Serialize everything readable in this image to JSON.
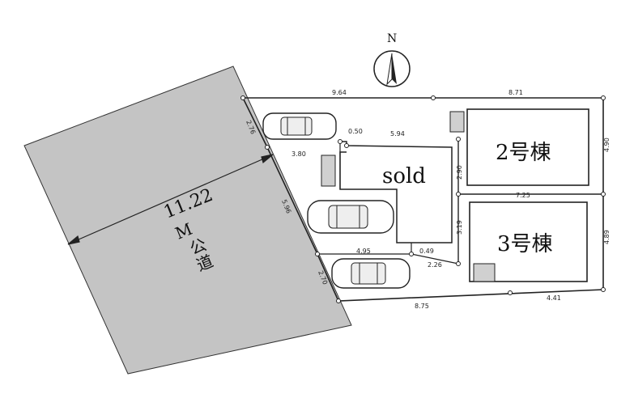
{
  "compass": {
    "label": "N"
  },
  "road": {
    "width": "11.22",
    "unit": "M",
    "name": "公道"
  },
  "lots": {
    "sold": {
      "label": "sold"
    },
    "building2": {
      "label": "2号棟"
    },
    "building3": {
      "label": "3号棟"
    }
  },
  "dimensions": {
    "north_left": "9.64",
    "north_right": "8.71",
    "east_upper": "4.90",
    "east_lower": "4.89",
    "south_right": "4.41",
    "south_left": "8.75",
    "west_top": "2.76",
    "west_mid": "5.96",
    "west_bottom": "2.70",
    "notch_050": "0.50",
    "notch_594": "5.94",
    "notch_380": "3.80",
    "sold_side": "2.90",
    "divider": "7.25",
    "lower_side": "3.19",
    "bottom_495": "4.95",
    "bottom_049": "0.49",
    "bottom_226": "2.26"
  },
  "colors": {
    "road": "#c4c4c4",
    "line": "#222222"
  }
}
